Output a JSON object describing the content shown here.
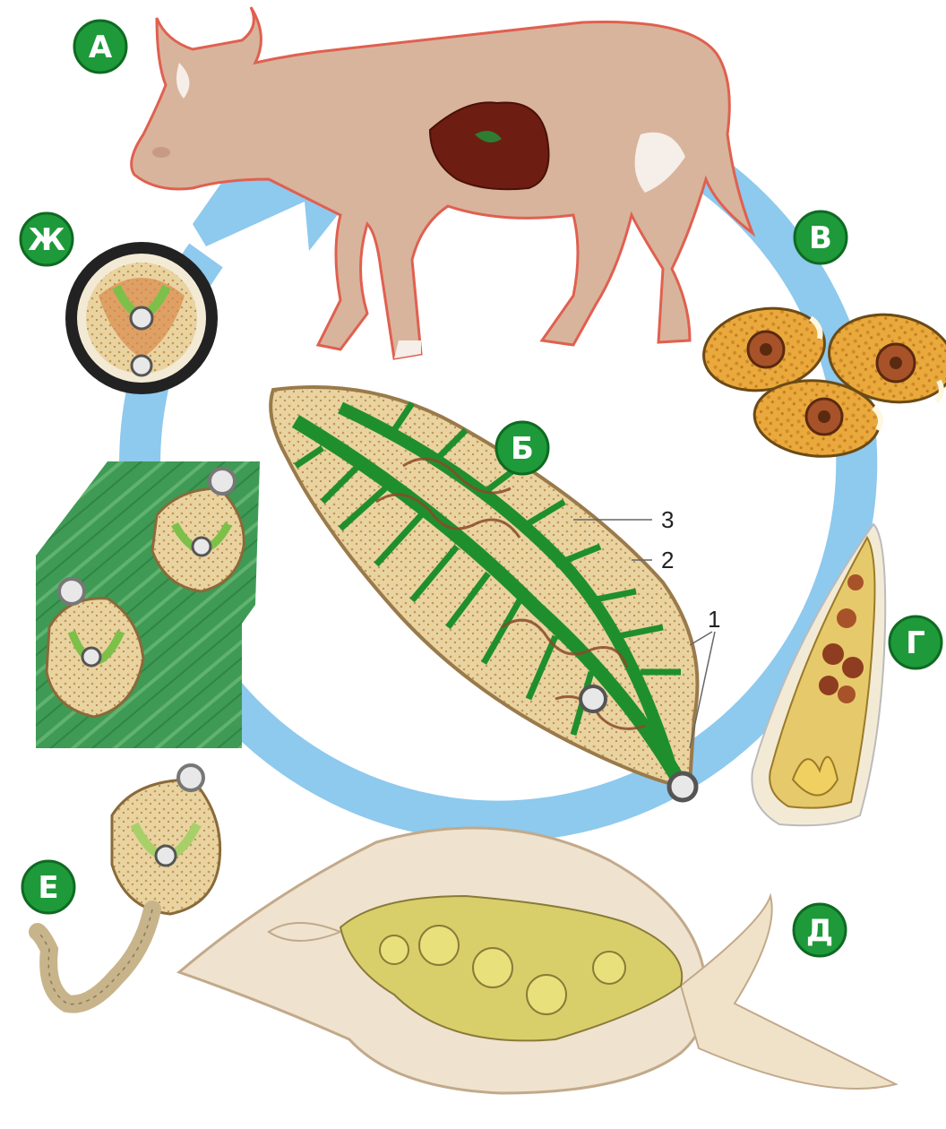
{
  "stage_labels": {
    "cow": "А",
    "adult_fluke": "Б",
    "eggs": "В",
    "miracidium": "Г",
    "snail": "Д",
    "cercaria": "Е",
    "cyst": "Ж"
  },
  "callouts": {
    "label_1": "1",
    "label_2": "2",
    "label_3": "3"
  },
  "colors": {
    "cycle_arrow": "#8ec9ee",
    "badge_fill": "#1e9a3a",
    "gut_green": "#1f8f2e",
    "parenchyma": "#e8cf9a",
    "cow_body": "#d8b49c",
    "cow_outline": "#e06050",
    "liver": "#6e1d12",
    "snail_shell": "#efe3cf",
    "grass": "#3f9a55"
  }
}
